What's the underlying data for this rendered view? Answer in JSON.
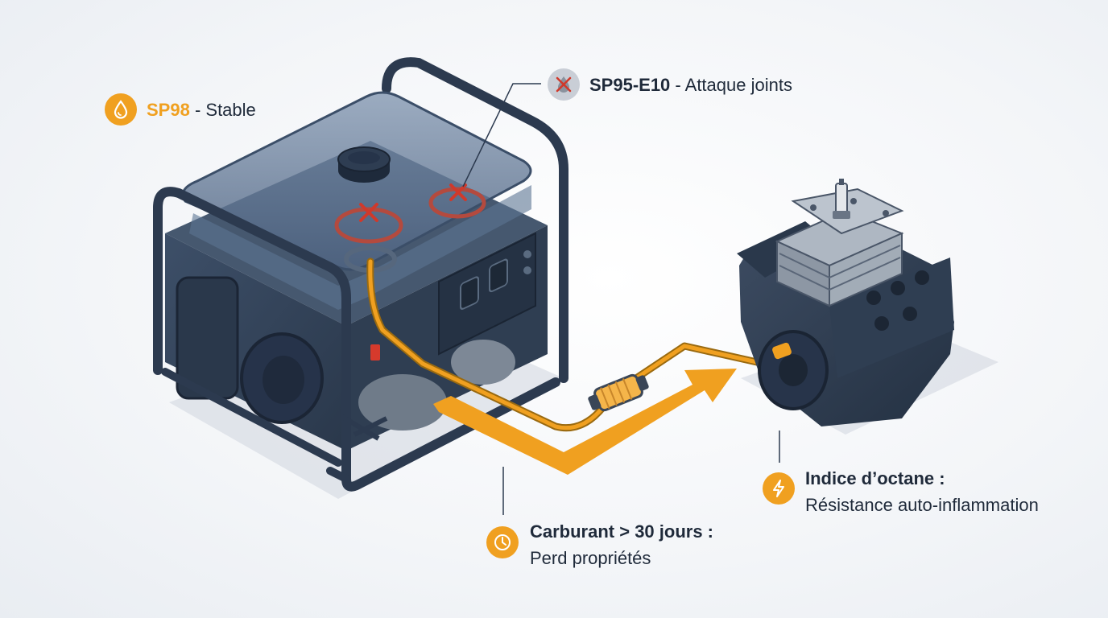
{
  "labels": {
    "sp98": {
      "name": "SP98",
      "sep": " - ",
      "desc": "Stable",
      "icon": "drop-icon"
    },
    "sp95": {
      "name": "SP95-E10",
      "sep": " - ",
      "desc": "Attaque joints",
      "icon": "no-drop-icon"
    },
    "octane": {
      "title": "Indice d’octane :",
      "desc": "Résistance auto-inflammation",
      "icon": "lightning-icon"
    },
    "fuel_age": {
      "title": "Carburant > 30 jours :",
      "desc": "Perd propriétés",
      "icon": "clock-icon"
    }
  },
  "colors": {
    "accent": "#f0a020",
    "frame": "#2c3a4f",
    "body": "#34455c",
    "tank_glass": "#5b7291",
    "seal_red": "#c0392b",
    "engine_grey": "#9aa4b0"
  }
}
